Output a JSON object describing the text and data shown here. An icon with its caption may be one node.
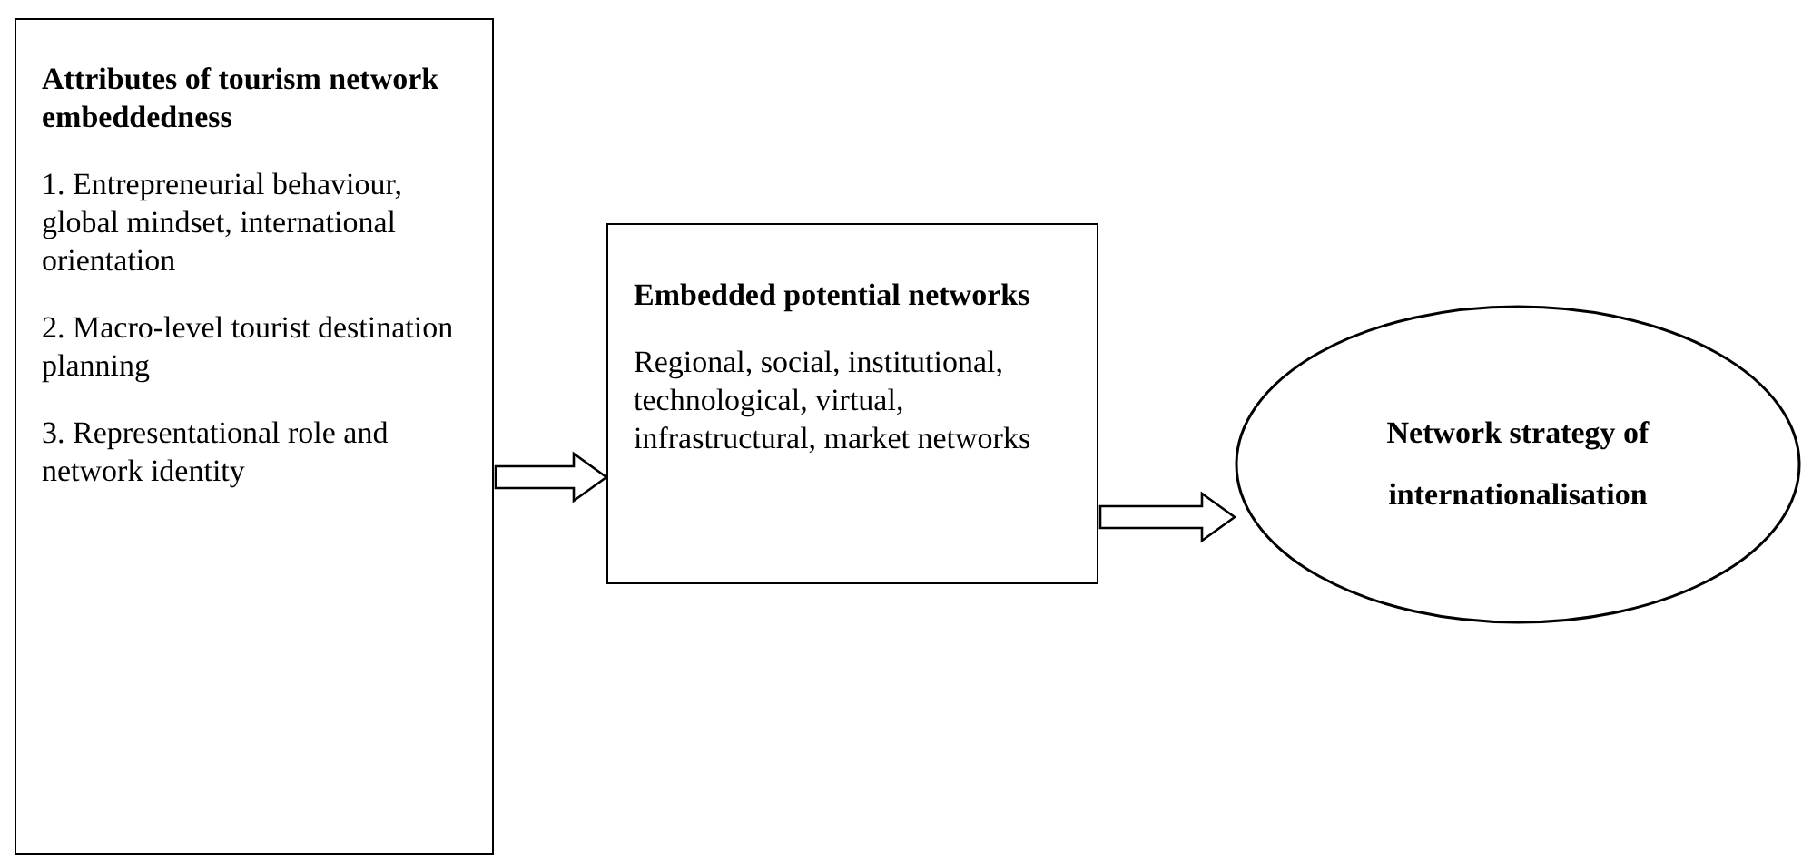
{
  "diagram": {
    "nodes": [
      {
        "text": [
          "Attributes of tourism network embeddedness",
          "1. Entrepreneurial behaviour, global mindset, international orientation",
          "2. Macro-level tourist destination planning",
          "3. Representational role and network identity"
        ]
      },
      {
        "text": [
          "Embedded potential networks",
          "Regional, social, institutional, technological, virtual, infrastructural, market networks"
        ]
      },
      {
        "text": [
          "Network strategy of internationalisation"
        ]
      }
    ],
    "edges": [
      {
        "from": 0,
        "to": 1,
        "arrow": "to"
      },
      {
        "from": 1,
        "to": 2,
        "arrow": "to"
      }
    ]
  }
}
